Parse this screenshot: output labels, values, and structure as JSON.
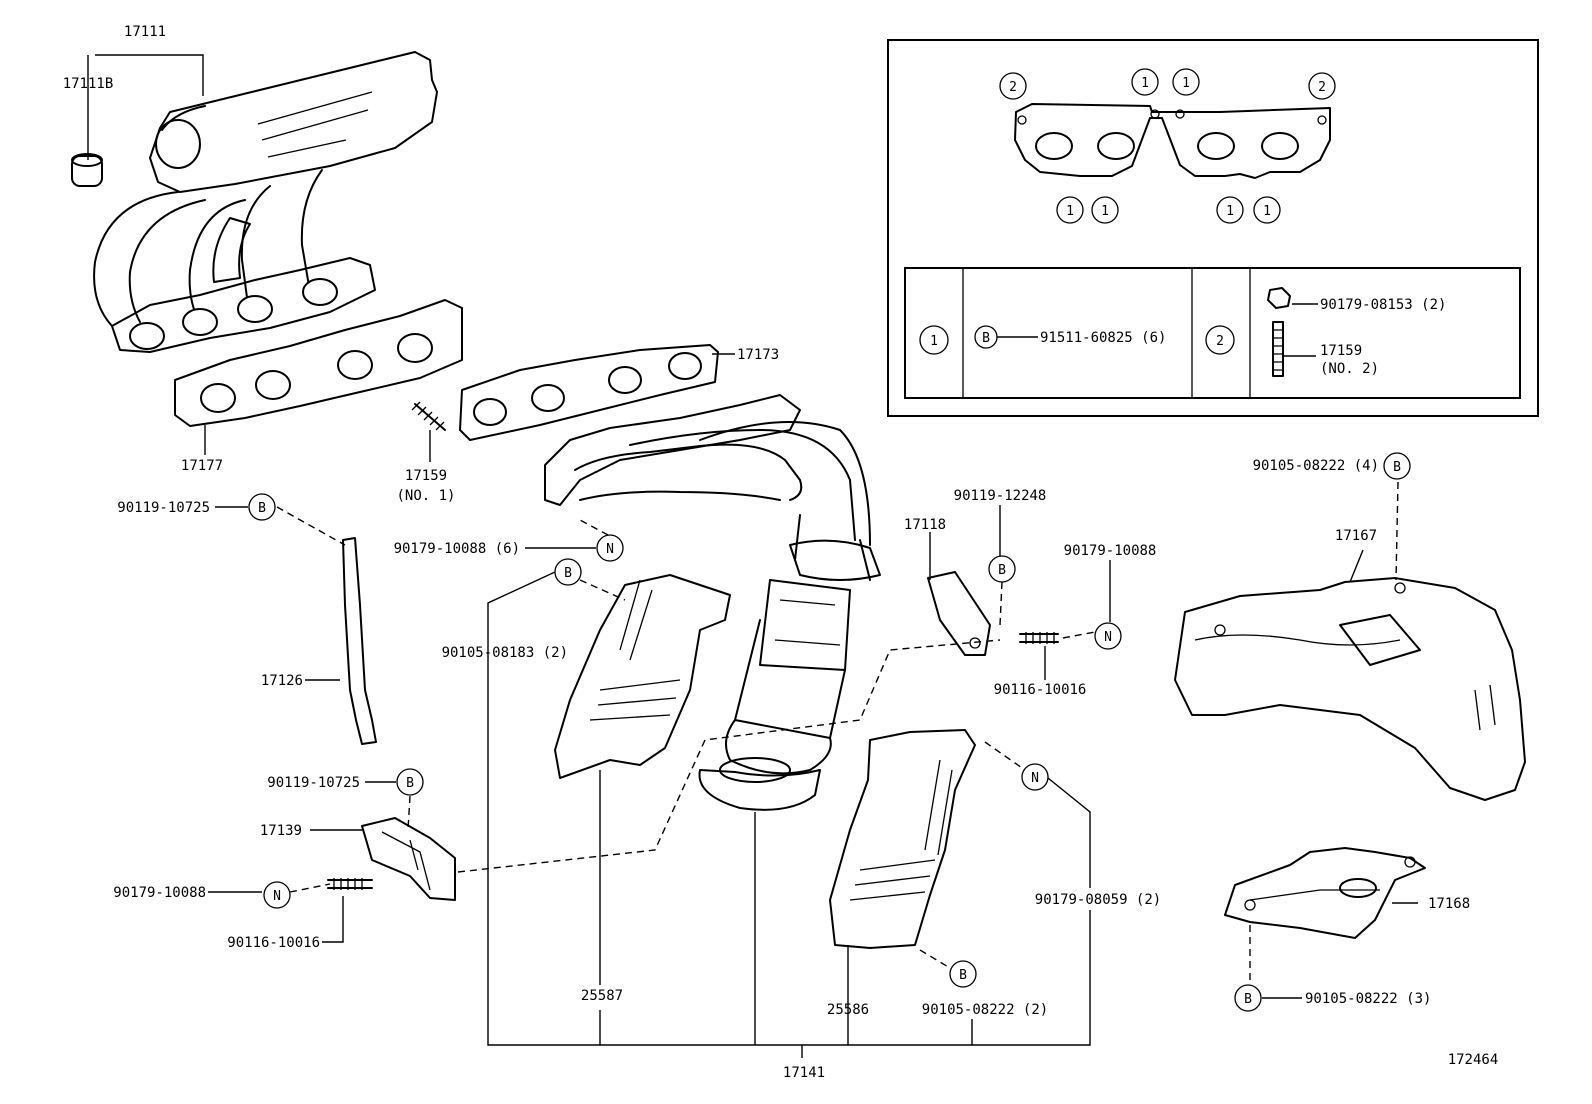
{
  "parts": {
    "intake_manifold": "17111",
    "intake_plug": "17111B",
    "gasket_upper": "17177",
    "gasket_exhaust": "17173",
    "stud_no1": "17159",
    "stud_no1_note": "(NO. 1)",
    "stay_bolt_top": "90119-10725",
    "nut_stud_set": "90179-10088 (6)",
    "exhaust_bolt_2": "90105-08183 (2)",
    "manifold_stay": "17126",
    "stay_bolt_lower": "90119-10725",
    "bracket_left": "17139",
    "nut_left": "90179-10088",
    "stud_left": "90116-10016",
    "heat_insulator_left": "25587",
    "converter_assy": "17141",
    "heat_insulator_right": "25586",
    "bolt_lower_2": "90105-08222 (2)",
    "nut_lower_2": "90179-08059 (2)",
    "bracket_right": "17118",
    "bolt_right": "90119-12248",
    "nut_right": "90179-10088",
    "stud_right": "90116-10016",
    "insulator_bolt_4": "90105-08222 (4)",
    "heat_insulator_upper": "17167",
    "heat_insulator_lower": "17168",
    "insulator_bolt_3": "90105-08222 (3)",
    "illustration_no": "172464"
  },
  "inset": {
    "marker_1": "1",
    "marker_2": "2",
    "row1_part": "91511-60825 (6)",
    "row2_nut": "90179-08153 (2)",
    "row2_stud": "17159",
    "row2_stud_note": "(NO. 2)"
  },
  "symbols": {
    "bolt": "B",
    "nut": "N"
  }
}
